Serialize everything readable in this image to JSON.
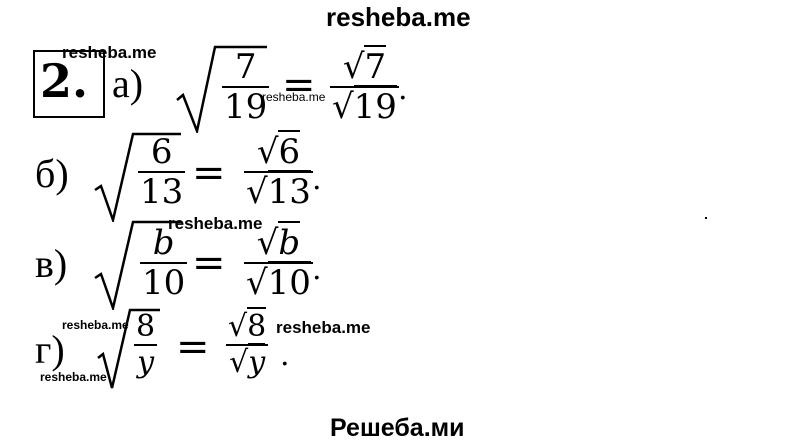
{
  "watermarks": {
    "top": "resheba.me",
    "bottom": "Решеба.ми",
    "small": "resheba.me"
  },
  "problem": {
    "number": "2.",
    "items": [
      {
        "label": "а)",
        "radicand_num": "7",
        "radicand_den": "19",
        "result_num": "7",
        "result_den": "19",
        "period": "."
      },
      {
        "label": "б)",
        "radicand_num": "6",
        "radicand_den": "13",
        "result_num": "6",
        "result_den": "13",
        "period": "."
      },
      {
        "label": "в)",
        "radicand_num": "b",
        "radicand_den": "10",
        "result_num": "b",
        "result_den": "10",
        "period": "."
      },
      {
        "label": "г)",
        "radicand_num": "8",
        "radicand_den": "y",
        "result_num": "8",
        "result_den": "y",
        "period": "."
      }
    ],
    "equals": "=",
    "sqrt_symbol": "√"
  }
}
